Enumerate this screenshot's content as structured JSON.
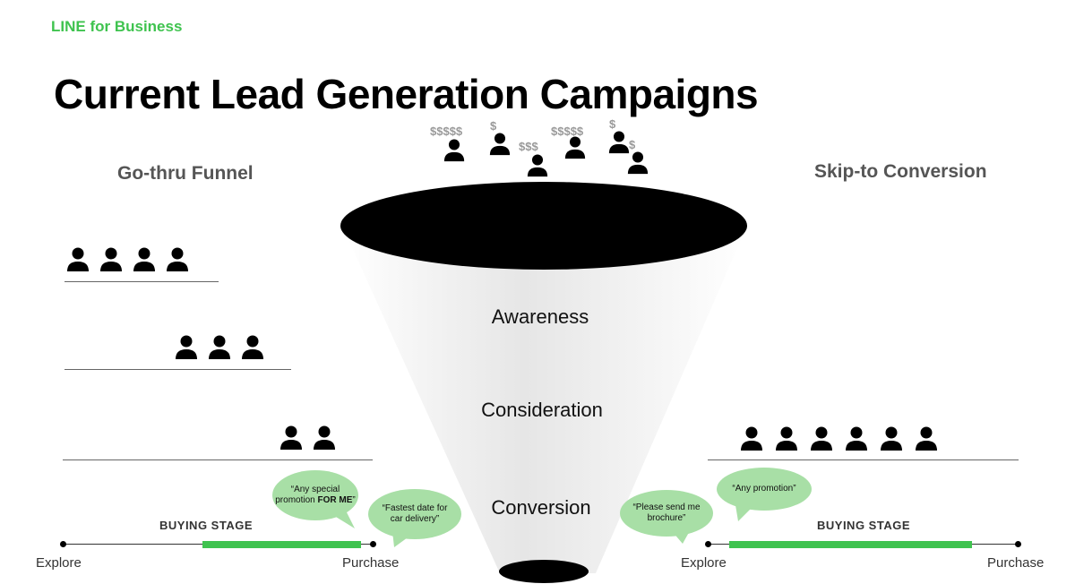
{
  "brand": "LINE for Business",
  "title": "Current Lead Generation Campaigns",
  "left_section": {
    "title": "Go-thru Funnel"
  },
  "right_section": {
    "title": "Skip-to Conversion"
  },
  "funnel": {
    "stages": [
      "Awareness",
      "Consideration",
      "Conversion"
    ]
  },
  "top_money": [
    "$$$$$",
    "$",
    "$$$",
    "$$$$$",
    "$",
    "$"
  ],
  "left_rows": [
    4,
    3,
    2
  ],
  "right_row": 6,
  "left_bubbles": {
    "b1_line1": "“Any special",
    "b1_line2a": "promotion ",
    "b1_line2b": "FOR ME",
    "b1_line2c": "”",
    "b2_line1": "“Fastest date for",
    "b2_line2": "car delivery”"
  },
  "right_bubbles": {
    "b1_line1": "“Please send me",
    "b1_line2": "brochure”",
    "b2": "“Any promotion”"
  },
  "left_buying": {
    "label": "BUYING STAGE",
    "start": "Explore",
    "end": "Purchase",
    "progress_from": 0.45,
    "progress_to": 0.96
  },
  "right_buying": {
    "label": "BUYING STAGE",
    "start": "Explore",
    "end": "Purchase",
    "progress_from": 0.07,
    "progress_to": 0.85
  },
  "colors": {
    "accent": "#3fc34f",
    "bubble": "#a8dfa6",
    "funnel": "#ececec"
  }
}
